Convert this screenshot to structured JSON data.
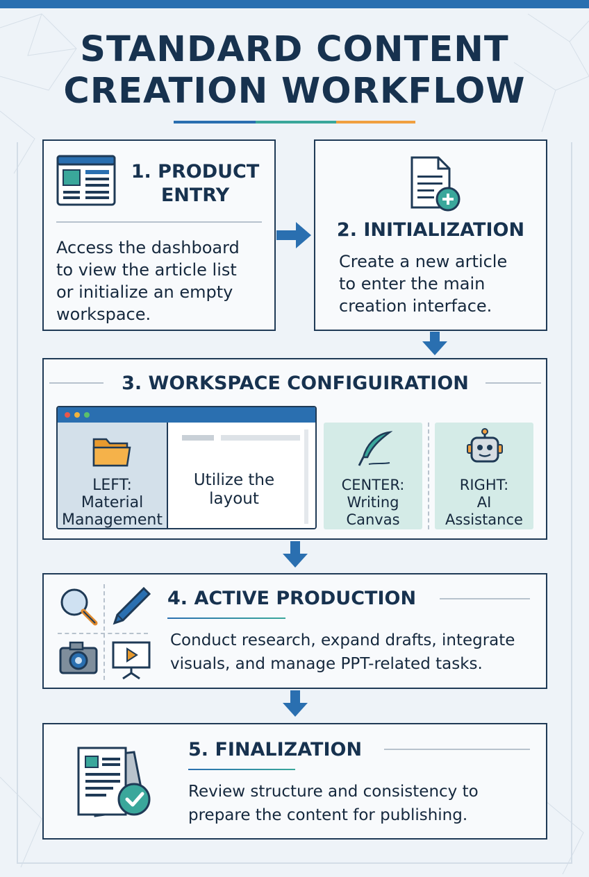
{
  "title": {
    "line1": "STANDARD CONTENT",
    "line2": "CREATION WORKFLOW"
  },
  "colors": {
    "navy": "#17324f",
    "blue": "#2a6fb0",
    "teal": "#3aa79b",
    "orange": "#f0a040",
    "box_border": "#1f3a56",
    "panel_teal": "#d4ebe7"
  },
  "steps": {
    "s1": {
      "title_line1": "1. PRODUCT",
      "title_line2": "ENTRY",
      "body_lines": [
        "Access the dashboard",
        "to view the article list",
        "or initialize an empty",
        "workspace."
      ],
      "icon": "dashboard-window-icon"
    },
    "s2": {
      "title": "2. INITIALIZATION",
      "body_lines": [
        "Create a new article",
        "to enter the main",
        "creation interface."
      ],
      "icon": "new-document-icon"
    },
    "s3": {
      "title": "3. WORKSPACE CONFIGUIRATION",
      "left": {
        "label_line1": "LEFT:",
        "label_line2": "Material",
        "label_line3": "Management",
        "icon": "folder-icon"
      },
      "middle": {
        "label_line1": "Utilize the",
        "label_line2": "layout"
      },
      "center": {
        "label_line1": "CENTER:",
        "label_line2": "Writing",
        "label_line3": "Canvas",
        "icon": "quill-icon"
      },
      "right": {
        "label_line1": "RIGHT:",
        "label_line2": "AI",
        "label_line3": "Assistance",
        "icon": "robot-icon"
      }
    },
    "s4": {
      "title": "4. ACTIVE PRODUCTION",
      "body_lines": [
        "Conduct research, expand drafts, integrate",
        "visuals, and manage PPT-related tasks."
      ],
      "icons": [
        "magnifier-icon",
        "pen-icon",
        "camera-icon",
        "presentation-icon"
      ]
    },
    "s5": {
      "title": "5. FINALIZATION",
      "body_lines": [
        "Review structure and consistency to",
        "prepare the content for publishing."
      ],
      "icon": "approved-documents-icon"
    }
  }
}
